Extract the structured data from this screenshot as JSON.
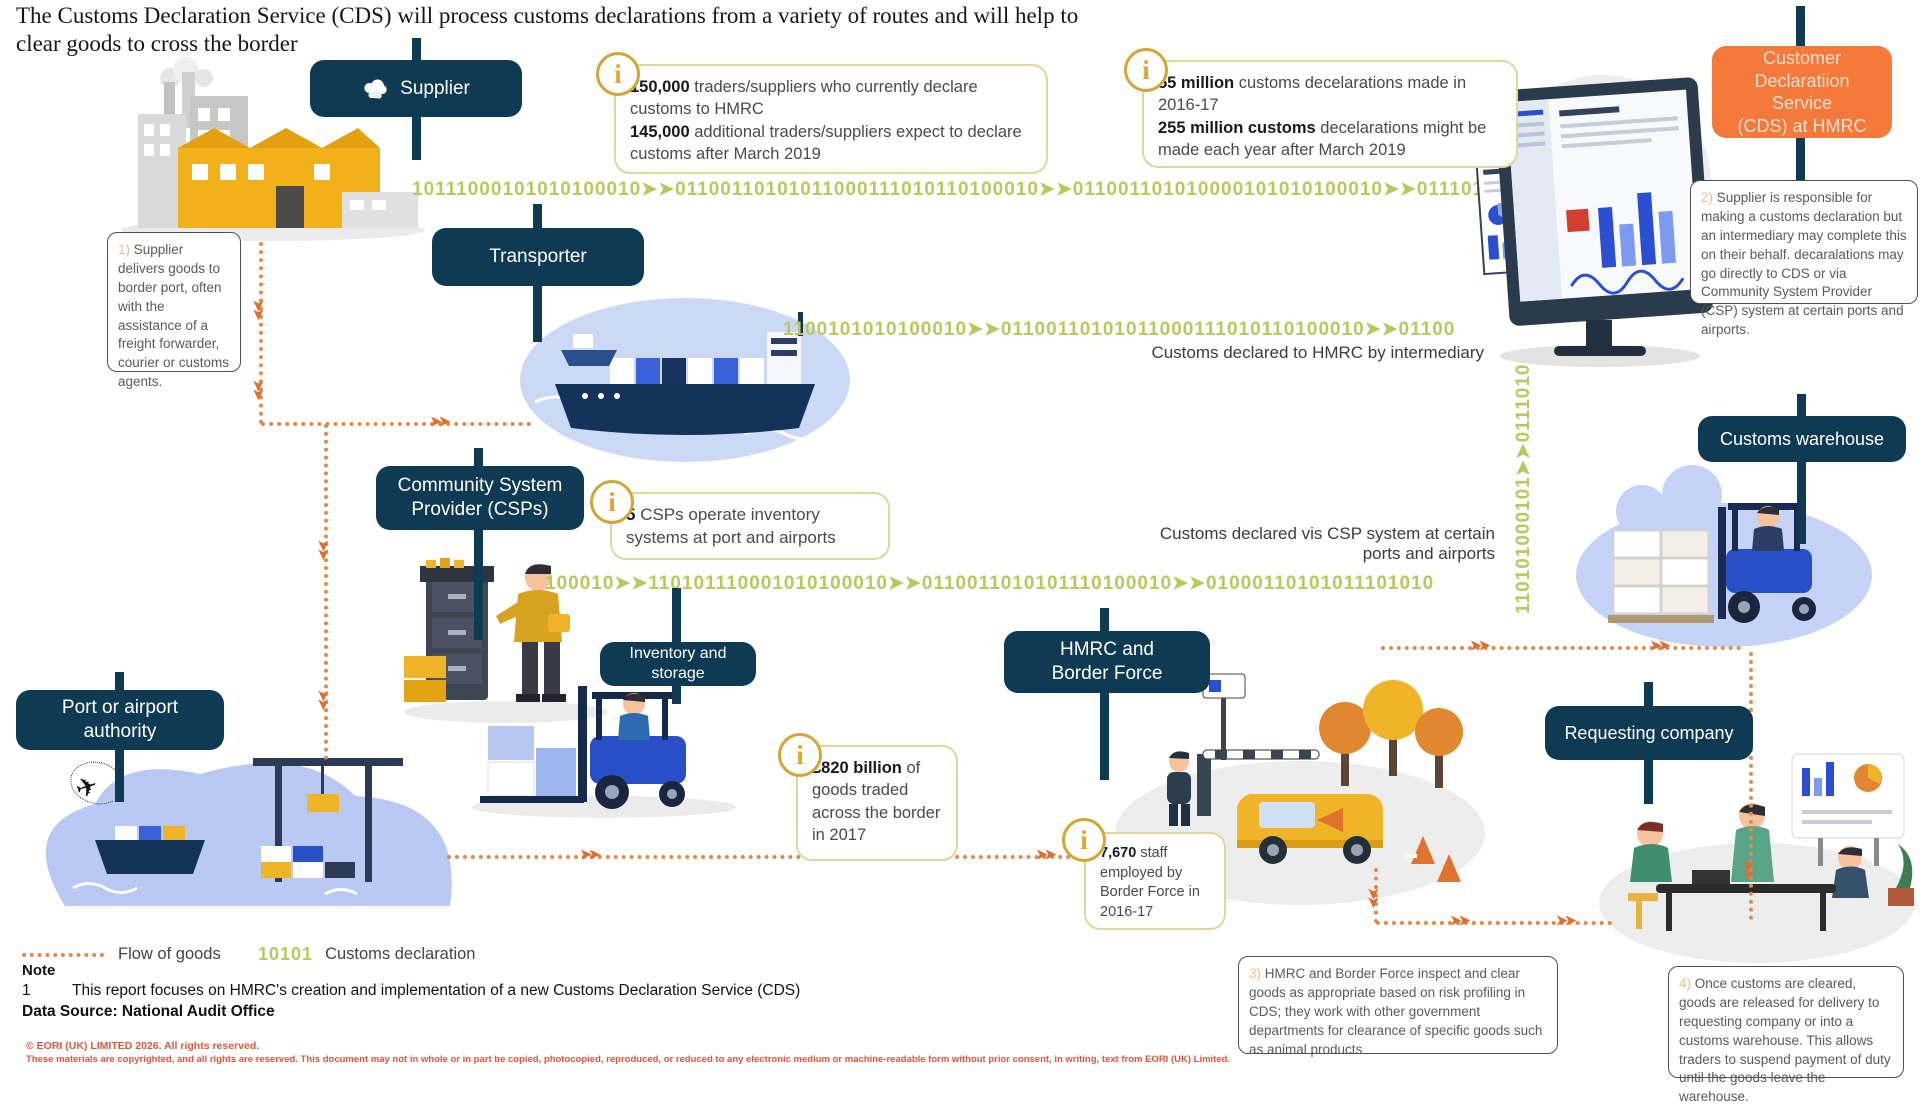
{
  "title": "The Customs Declaration Service (CDS) will process customs declarations from a variety of routes and will help to clear goods to cross the border",
  "colors": {
    "pill_teal": "#0e3a53",
    "pill_orange": "#f4793b",
    "binary_green": "#b7c95e",
    "flow_orange": "#df8a4d",
    "flow_arrow_orange": "#dd6f2e",
    "info_gold": "#d1a637",
    "info_box_border": "#dcd89e",
    "note_number_tan": "#ecbf92",
    "copyright_red": "#e2553d"
  },
  "pills": {
    "supplier": "Supplier",
    "transporter": "Transporter",
    "csp": "Community System\nProvider (CSPs)",
    "inventory": "Inventory and storage",
    "port": "Port or airport\nauthority",
    "hmrc": "HMRC and\nBorder Force",
    "cds": "Customer\nDeclaratiion Service\n(CDS) at HMRC",
    "warehouse": "Customs warehouse",
    "requesting": "Requesting company"
  },
  "icons": {
    "info": "i",
    "flow_arrow": "➤➤",
    "plane": "✈"
  },
  "infoboxes": {
    "traders": {
      "p1b": "150,000",
      "p1t": " traders/suppliers who currently declare customs to HMRC",
      "p2b": "145,000",
      "p2t": " additional traders/suppliers expect to declare customs after March 2019"
    },
    "declarations": {
      "p1b": "55 million",
      "p1t": " customs decelarations made in 2016-17",
      "p2b": "255 million customs",
      "p2t": " decelarations might be made each year after March 2019"
    },
    "csps": {
      "p1b": "5",
      "p1t": " CSPs operate inventory systems at port and airports"
    },
    "trade": {
      "p1b": "£820 billion",
      "p1t": " of goods traded across the border in 2017"
    },
    "staff": {
      "p1b": "7,670",
      "p1t": " staff employed by Border Force in 2016-17"
    }
  },
  "notes": {
    "n1num": "1)",
    "n1": " Supplier delivers goods to border port, often with the assistance of a freight forwarder, courier or customs agents.",
    "n2num": "2)",
    "n2": " Supplier is responsible for making a customs declaration but an intermediary may complete this on their behalf. decaralations may go directly to CDS or via Community System Provider (CSP) system at certain ports and airports.",
    "n3num": "3)",
    "n3": " HMRC and Border Force inspect and clear goods as appropriate based on risk profiling in CDS; they work with other government departments for clearance of specific goods such as animal products",
    "n4num": "4)",
    "n4": " Once customs are cleared, goods are released for delivery to requesting company or into a customs warehouse. This allows traders to suspend payment of duty until the goods leave the warehouse."
  },
  "binary": {
    "row1": "10111000101010100010➤➤01100110101011000111010110100010➤➤011001101010000101010100010➤➤0111010",
    "row2": "1100101010100010➤➤01100110101011000111010110100010➤➤01100",
    "row3": "100010➤➤110101110001010100010➤➤0110011010101110100010➤➤01000110101011101010",
    "vertical": "110101000101➤➤0111010"
  },
  "labels": {
    "intermediary": "Customs declared to HMRC by intermediary",
    "csp_route": "Customs declared vis CSP system at certain\nports and airports"
  },
  "legend": {
    "flow": "Flow of goods",
    "binary_sample": "10101",
    "declaration": "Customs declaration"
  },
  "footer": {
    "note_title": "Note",
    "note_num": "1",
    "note_text": "This report focuses on HMRC's creation and implementation of a new Customs Declaration Service (CDS)",
    "source": "Data Source: National Audit Office",
    "copy1": "© EORI (UK) LIMITED 2026. All rights reserved.",
    "copy2": "These materials are copyrighted, and all rights are reserved. This document may not in whole or in part be copied, photocopied, reproduced, or reduced to any electronic medium or machine-readable form without prior consent, in writing, text from EORI (UK) Limited."
  }
}
